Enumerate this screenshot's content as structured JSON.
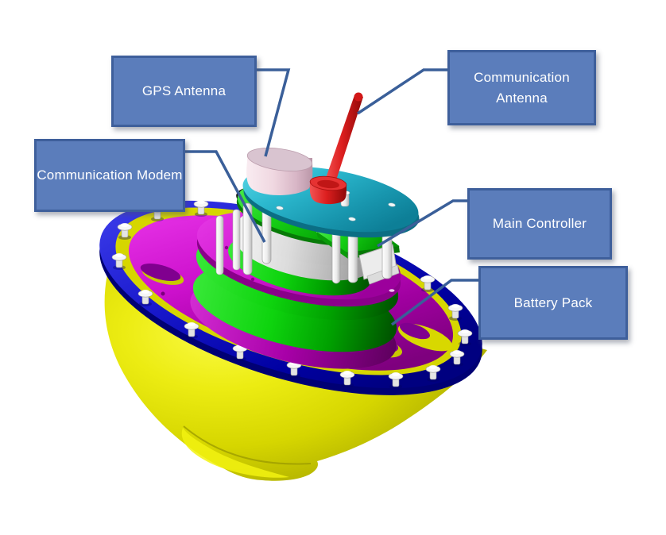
{
  "diagram_type": "buoy-component-callout-diagram",
  "labels": [
    {
      "id": "gps-antenna",
      "text": "GPS Antenna"
    },
    {
      "id": "communication-antenna",
      "text": "Communication Antenna"
    },
    {
      "id": "communication-modem",
      "text": "Communication Modem"
    },
    {
      "id": "main-controller",
      "text": "Main Controller"
    },
    {
      "id": "battery-pack",
      "text": "Battery Pack"
    }
  ],
  "colors": {
    "label_fill": "#5b7dbb",
    "label_border": "#3e5f9b",
    "label_text": "#ffffff",
    "leader_line": "#3a5f99",
    "hull_yellow": "#e8e800",
    "flange_blue": "#1818cc",
    "deck_magenta": "#cc10cc",
    "battery_green": "#0ed40e",
    "modem_silver": "#d2d2d2",
    "controller_green": "#16d016",
    "top_plate_cyan": "#2cb9cf",
    "gps_cylinder_pink": "#f0d8e1",
    "antenna_rod_red": "#dd1f1f",
    "bolt_white": "#f6f6f6"
  },
  "parts": [
    "hull-bowl",
    "flange-ring",
    "deck-plate",
    "battery-cylinder",
    "modem-housing",
    "controller-plate",
    "top-plate",
    "gps-antenna-cylinder",
    "communication-antenna-rod",
    "flange-bolts"
  ]
}
